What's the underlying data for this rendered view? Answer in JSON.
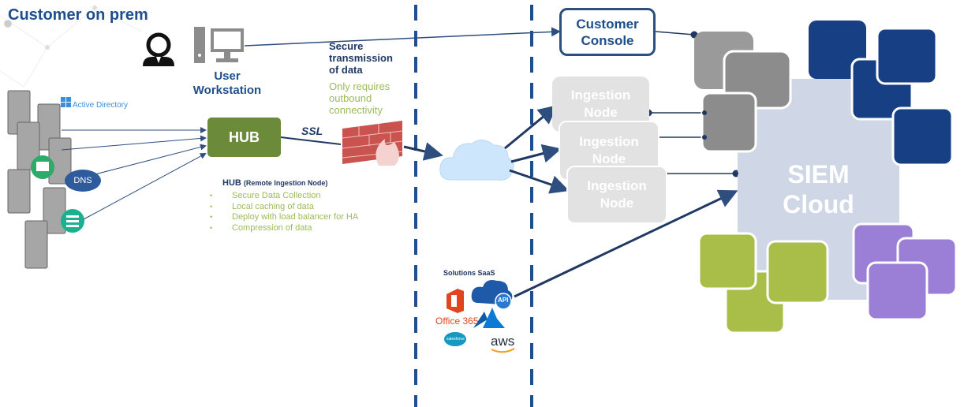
{
  "header": {
    "title": "Customer on prem"
  },
  "workstation": {
    "label_line1": "User",
    "label_line2": "Workstation"
  },
  "hub": {
    "label": "HUB",
    "desc_title": "HUB",
    "desc_subtitle": "(Remote Ingestion Node)",
    "features": [
      "Secure Data Collection",
      "Local caching of data",
      "Deploy with load balancer for HA",
      "Compression of data"
    ]
  },
  "connection": {
    "ssl": "SSL"
  },
  "secure_transmission": {
    "line1": "Secure",
    "line2": "transmission",
    "line3": "of data",
    "note_line1": "Only requires",
    "note_line2": "outbound",
    "note_line3": "connectivity"
  },
  "on_prem_sources": {
    "active_directory": "Active Directory",
    "dns": "DNS"
  },
  "console": {
    "line1": "Customer",
    "line2": "Console"
  },
  "ingestion_nodes": [
    {
      "line1": "Ingestion",
      "line2": "Node"
    },
    {
      "line1": "Ingestion",
      "line2": "Node"
    },
    {
      "line1": "Ingestion",
      "line2": "Node"
    }
  ],
  "siem": {
    "line1": "SIEM",
    "line2": "Cloud"
  },
  "saas": {
    "title": "Solutions SaaS",
    "office": "Office 365",
    "api": "API",
    "salesforce": "salesforce",
    "aws": "aws"
  },
  "colors": {
    "dark_blue": "#1f4e8c",
    "navy": "#163f84",
    "green": "#6b8a3a",
    "light_green": "#a9bd49",
    "purple": "#9b7fd6",
    "gray": "#9a9a9a",
    "node_gray": "#e2e2e2",
    "siem_bg": "#cfd7e6"
  }
}
